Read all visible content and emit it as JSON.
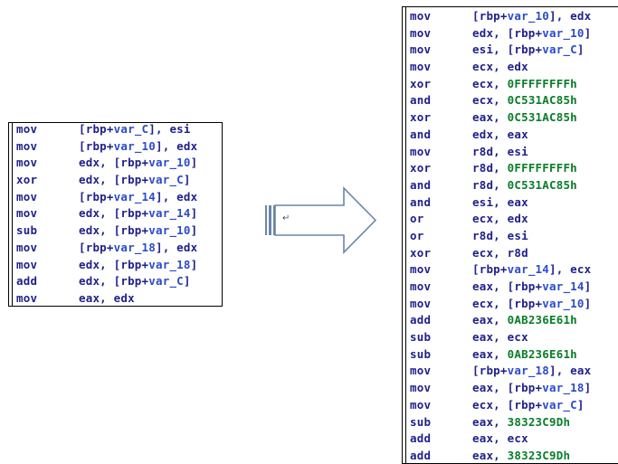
{
  "colors": {
    "text": "#1f1f8a",
    "variable": "#2b4bcb",
    "number": "#0a7d2a",
    "arrow": "#6a86a8"
  },
  "arrow_glyph": "↵",
  "left_listing": [
    {
      "mnemonic": "mov",
      "operands": [
        {
          "t": "[rbp+",
          "k": "mem"
        },
        {
          "t": "var_C",
          "k": "var"
        },
        {
          "t": "], esi",
          "k": "mem"
        }
      ]
    },
    {
      "mnemonic": "mov",
      "operands": [
        {
          "t": "[rbp+",
          "k": "mem"
        },
        {
          "t": "var_10",
          "k": "var"
        },
        {
          "t": "], edx",
          "k": "mem"
        }
      ]
    },
    {
      "mnemonic": "mov",
      "operands": [
        {
          "t": "edx, [rbp+",
          "k": "mem"
        },
        {
          "t": "var_10",
          "k": "var"
        },
        {
          "t": "]",
          "k": "mem"
        }
      ]
    },
    {
      "mnemonic": "xor",
      "operands": [
        {
          "t": "edx, [rbp+",
          "k": "mem"
        },
        {
          "t": "var_C",
          "k": "var"
        },
        {
          "t": "]",
          "k": "mem"
        }
      ]
    },
    {
      "mnemonic": "mov",
      "operands": [
        {
          "t": "[rbp+",
          "k": "mem"
        },
        {
          "t": "var_14",
          "k": "var"
        },
        {
          "t": "], edx",
          "k": "mem"
        }
      ]
    },
    {
      "mnemonic": "mov",
      "operands": [
        {
          "t": "edx, [rbp+",
          "k": "mem"
        },
        {
          "t": "var_14",
          "k": "var"
        },
        {
          "t": "]",
          "k": "mem"
        }
      ]
    },
    {
      "mnemonic": "sub",
      "operands": [
        {
          "t": "edx, [rbp+",
          "k": "mem"
        },
        {
          "t": "var_10",
          "k": "var"
        },
        {
          "t": "]",
          "k": "mem"
        }
      ]
    },
    {
      "mnemonic": "mov",
      "operands": [
        {
          "t": "[rbp+",
          "k": "mem"
        },
        {
          "t": "var_18",
          "k": "var"
        },
        {
          "t": "], edx",
          "k": "mem"
        }
      ]
    },
    {
      "mnemonic": "mov",
      "operands": [
        {
          "t": "edx, [rbp+",
          "k": "mem"
        },
        {
          "t": "var_18",
          "k": "var"
        },
        {
          "t": "]",
          "k": "mem"
        }
      ]
    },
    {
      "mnemonic": "add",
      "operands": [
        {
          "t": "edx, [rbp+",
          "k": "mem"
        },
        {
          "t": "var_C",
          "k": "var"
        },
        {
          "t": "]",
          "k": "mem"
        }
      ]
    },
    {
      "mnemonic": "mov",
      "operands": [
        {
          "t": "eax, edx",
          "k": "reg"
        }
      ]
    }
  ],
  "right_listing": [
    {
      "mnemonic": "mov",
      "operands": [
        {
          "t": "[rbp+",
          "k": "mem"
        },
        {
          "t": "var_10",
          "k": "var"
        },
        {
          "t": "], edx",
          "k": "mem"
        }
      ]
    },
    {
      "mnemonic": "mov",
      "operands": [
        {
          "t": "edx, [rbp+",
          "k": "mem"
        },
        {
          "t": "var_10",
          "k": "var"
        },
        {
          "t": "]",
          "k": "mem"
        }
      ]
    },
    {
      "mnemonic": "mov",
      "operands": [
        {
          "t": "esi, [rbp+",
          "k": "mem"
        },
        {
          "t": "var_C",
          "k": "var"
        },
        {
          "t": "]",
          "k": "mem"
        }
      ]
    },
    {
      "mnemonic": "mov",
      "operands": [
        {
          "t": "ecx, edx",
          "k": "reg"
        }
      ]
    },
    {
      "mnemonic": "xor",
      "operands": [
        {
          "t": "ecx, ",
          "k": "reg"
        },
        {
          "t": "0FFFFFFFFh",
          "k": "num"
        }
      ]
    },
    {
      "mnemonic": "and",
      "operands": [
        {
          "t": "ecx, ",
          "k": "reg"
        },
        {
          "t": "0C531AC85h",
          "k": "num"
        }
      ]
    },
    {
      "mnemonic": "xor",
      "operands": [
        {
          "t": "eax, ",
          "k": "reg"
        },
        {
          "t": "0C531AC85h",
          "k": "num"
        }
      ]
    },
    {
      "mnemonic": "and",
      "operands": [
        {
          "t": "edx, eax",
          "k": "reg"
        }
      ]
    },
    {
      "mnemonic": "mov",
      "operands": [
        {
          "t": "r8d, esi",
          "k": "reg"
        }
      ]
    },
    {
      "mnemonic": "xor",
      "operands": [
        {
          "t": "r8d, ",
          "k": "reg"
        },
        {
          "t": "0FFFFFFFFh",
          "k": "num"
        }
      ]
    },
    {
      "mnemonic": "and",
      "operands": [
        {
          "t": "r8d, ",
          "k": "reg"
        },
        {
          "t": "0C531AC85h",
          "k": "num"
        }
      ]
    },
    {
      "mnemonic": "and",
      "operands": [
        {
          "t": "esi, eax",
          "k": "reg"
        }
      ]
    },
    {
      "mnemonic": "or",
      "operands": [
        {
          "t": "ecx, edx",
          "k": "reg"
        }
      ]
    },
    {
      "mnemonic": "or",
      "operands": [
        {
          "t": "r8d, esi",
          "k": "reg"
        }
      ]
    },
    {
      "mnemonic": "xor",
      "operands": [
        {
          "t": "ecx, r8d",
          "k": "reg"
        }
      ]
    },
    {
      "mnemonic": "mov",
      "operands": [
        {
          "t": "[rbp+",
          "k": "mem"
        },
        {
          "t": "var_14",
          "k": "var"
        },
        {
          "t": "], ecx",
          "k": "mem"
        }
      ]
    },
    {
      "mnemonic": "mov",
      "operands": [
        {
          "t": "eax, [rbp+",
          "k": "mem"
        },
        {
          "t": "var_14",
          "k": "var"
        },
        {
          "t": "]",
          "k": "mem"
        }
      ]
    },
    {
      "mnemonic": "mov",
      "operands": [
        {
          "t": "ecx, [rbp+",
          "k": "mem"
        },
        {
          "t": "var_10",
          "k": "var"
        },
        {
          "t": "]",
          "k": "mem"
        }
      ]
    },
    {
      "mnemonic": "add",
      "operands": [
        {
          "t": "eax, ",
          "k": "reg"
        },
        {
          "t": "0AB236E61h",
          "k": "num"
        }
      ]
    },
    {
      "mnemonic": "sub",
      "operands": [
        {
          "t": "eax, ecx",
          "k": "reg"
        }
      ]
    },
    {
      "mnemonic": "sub",
      "operands": [
        {
          "t": "eax, ",
          "k": "reg"
        },
        {
          "t": "0AB236E61h",
          "k": "num"
        }
      ]
    },
    {
      "mnemonic": "mov",
      "operands": [
        {
          "t": "[rbp+",
          "k": "mem"
        },
        {
          "t": "var_18",
          "k": "var"
        },
        {
          "t": "], eax",
          "k": "mem"
        }
      ]
    },
    {
      "mnemonic": "mov",
      "operands": [
        {
          "t": "eax, [rbp+",
          "k": "mem"
        },
        {
          "t": "var_18",
          "k": "var"
        },
        {
          "t": "]",
          "k": "mem"
        }
      ]
    },
    {
      "mnemonic": "mov",
      "operands": [
        {
          "t": "ecx, [rbp+",
          "k": "mem"
        },
        {
          "t": "var_C",
          "k": "var"
        },
        {
          "t": "]",
          "k": "mem"
        }
      ]
    },
    {
      "mnemonic": "sub",
      "operands": [
        {
          "t": "eax, ",
          "k": "reg"
        },
        {
          "t": "38323C9Dh",
          "k": "num"
        }
      ]
    },
    {
      "mnemonic": "add",
      "operands": [
        {
          "t": "eax, ecx",
          "k": "reg"
        }
      ]
    },
    {
      "mnemonic": "add",
      "operands": [
        {
          "t": "eax, ",
          "k": "reg"
        },
        {
          "t": "38323C9Dh",
          "k": "num"
        }
      ]
    }
  ]
}
